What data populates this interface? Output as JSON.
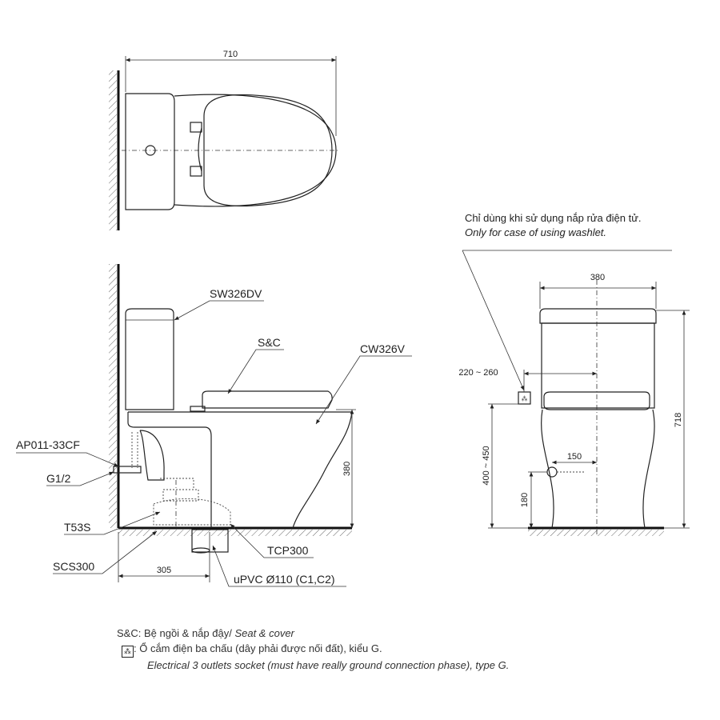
{
  "top_view": {
    "dim_width": "710"
  },
  "side_view": {
    "labels": {
      "tank": "SW326DV",
      "seat": "S&C",
      "bowl": "CW326V",
      "angle_valve": "AP011-33CF",
      "thread": "G1/2",
      "t53s": "T53S",
      "scs300": "SCS300",
      "tcp300": "TCP300",
      "pipe": "uPVC Ø110 (C1,C2)"
    },
    "dim_height": "380",
    "dim_offset": "305"
  },
  "front_view": {
    "note_vi": "Chỉ dùng khi sử dụng nắp rửa điện tử.",
    "note_en": "Only for case of using washlet.",
    "dim_width": "380",
    "dim_total_height": "718",
    "dim_socket_offset": "220 ~ 260",
    "dim_socket_height": "400 ~ 450",
    "dim_inlet_height": "180",
    "dim_inlet_offset": "150"
  },
  "legend": {
    "sc_key": "S&C:",
    "sc_vi": "Bệ ngồi & nắp đậy/",
    "sc_en": "Seat & cover",
    "socket_icon": "electrical-socket-icon",
    "socket_vi": ": Ổ cắm điện ba chấu (dây phải được nối đất), kiểu G.",
    "socket_en": "Electrical 3 outlets socket (must have really ground connection phase), type G."
  }
}
